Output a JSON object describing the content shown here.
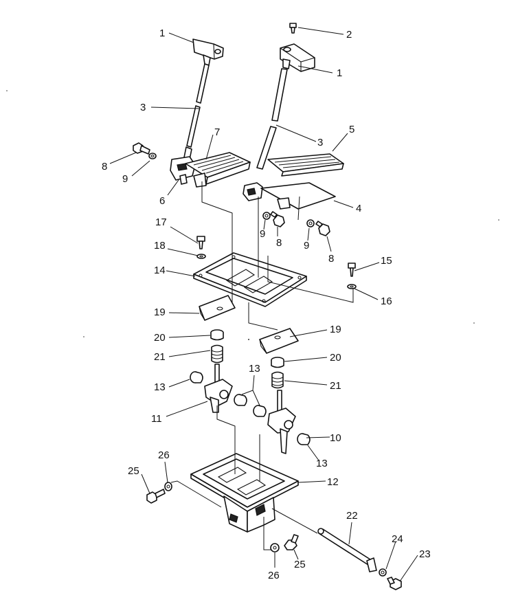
{
  "callouts": {
    "c1a": "1",
    "c1b": "1",
    "c2": "2",
    "c3a": "3",
    "c3b": "3",
    "c4": "4",
    "c5": "5",
    "c6": "6",
    "c7": "7",
    "c8a": "8",
    "c8b": "8",
    "c8c": "8",
    "c9a": "9",
    "c9b": "9",
    "c9c": "9",
    "c10": "10",
    "c11": "11",
    "c12": "12",
    "c13a": "13",
    "c13b": "13",
    "c13c": "13",
    "c14": "14",
    "c15": "15",
    "c16": "16",
    "c17": "17",
    "c18": "18",
    "c19a": "19",
    "c19b": "19",
    "c20a": "20",
    "c20b": "20",
    "c21a": "21",
    "c21b": "21",
    "c22": "22",
    "c23": "23",
    "c24": "24",
    "c25a": "25",
    "c25b": "25",
    "c26a": "26",
    "c26b": "26"
  }
}
